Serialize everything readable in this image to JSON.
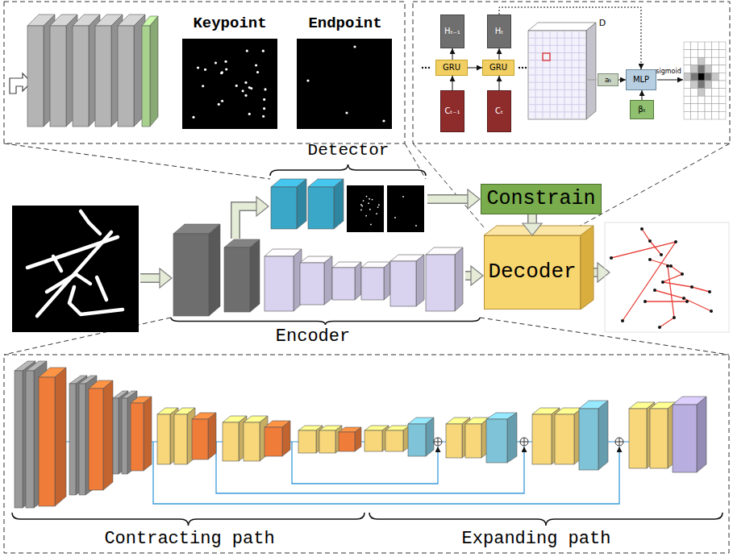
{
  "diagram": {
    "nodes": [
      {
        "text": [
          "Constrain"
        ]
      },
      {
        "text": [
          "Decoder"
        ]
      },
      {
        "text": [
          "Hₜ₋₁"
        ]
      },
      {
        "text": [
          "GRU"
        ]
      },
      {
        "text": [
          "Cₜ₋₁"
        ]
      },
      {
        "text": [
          "Hₜ"
        ]
      },
      {
        "text": [
          "GRU"
        ]
      },
      {
        "text": [
          "Cₜ"
        ]
      },
      {
        "text": [
          "aₜ"
        ]
      },
      {
        "text": [
          "MLP"
        ]
      },
      {
        "text": [
          "βₜ"
        ]
      }
    ],
    "edges": [
      {
        "from": 0,
        "to": 1,
        "arrow": "to"
      },
      {
        "from": 4,
        "to": 3,
        "arrow": "to"
      },
      {
        "from": 3,
        "to": 2,
        "arrow": "to"
      },
      {
        "from": 3,
        "to": 6,
        "arrow": "to"
      },
      {
        "from": 7,
        "to": 6,
        "arrow": "to"
      },
      {
        "from": 6,
        "to": 5,
        "arrow": "to"
      },
      {
        "from": 5,
        "to": 9,
        "arrow": "to"
      },
      {
        "from": 8,
        "to": 9,
        "arrow": "to"
      },
      {
        "from": 10,
        "to": 9,
        "arrow": "to"
      }
    ],
    "labels": [
      "Keypoint",
      "Endpoint",
      "Detector",
      "Encoder",
      "Contracting path",
      "Expanding path",
      "D",
      "sigmoid"
    ]
  }
}
